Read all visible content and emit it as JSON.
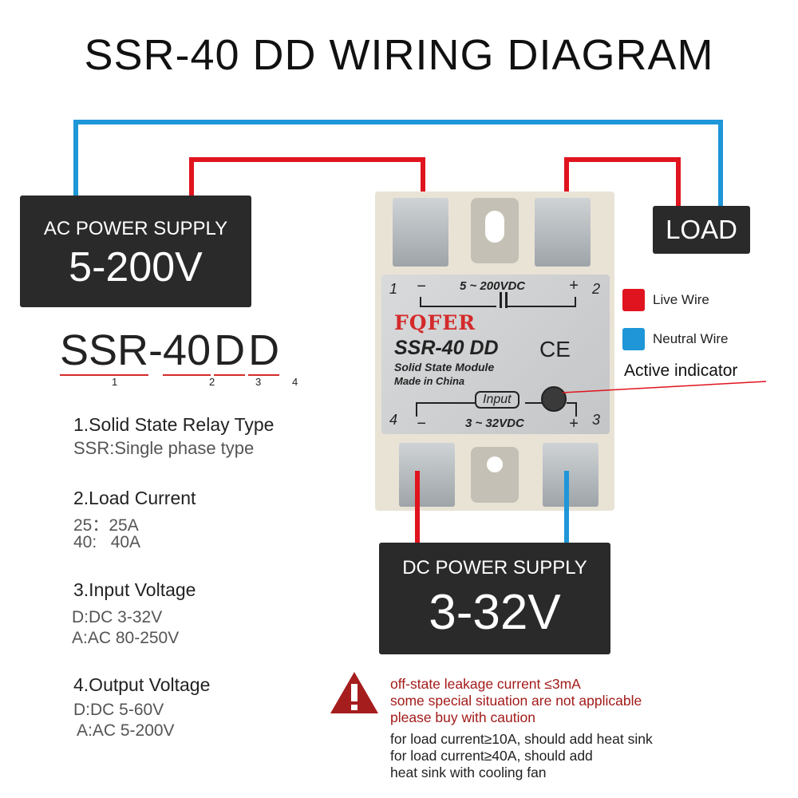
{
  "title": "SSR-40 DD WIRING DIAGRAM",
  "ac_supply": {
    "label": "AC POWER SUPPLY",
    "value": "5-200V"
  },
  "load": {
    "label": "LOAD"
  },
  "dc_supply": {
    "label": "DC POWER SUPPLY",
    "value": "3-32V"
  },
  "legend": {
    "live": "Live Wire",
    "neutral": "Neutral Wire",
    "active": "Active indicator",
    "colors": {
      "live": "#e0141e",
      "neutral": "#1e96d8"
    }
  },
  "relay": {
    "brand": "FQFER",
    "model": "SSR-40 DD",
    "desc": "Solid State Module",
    "origin": "Made in China",
    "output_range": "5 ~ 200VDC",
    "input_label": "Input",
    "input_range": "3 ~ 32VDC",
    "ce": "CE",
    "t1": "1",
    "t2": "2",
    "t3": "3",
    "t4": "4",
    "minus": "−",
    "plus": "+"
  },
  "code": {
    "p1": "SSR",
    "dash": "-",
    "p2": "40",
    "p3": "D",
    "p4": "D",
    "n1": "1",
    "n2": "2",
    "n3": "3",
    "n4": "4"
  },
  "spec": [
    {
      "heading": "1.Solid State Relay Type",
      "lines": [
        "SSR:Single phase type"
      ]
    },
    {
      "heading": "2.Load Current",
      "lines": [
        "25：25A",
        "40:   40A"
      ]
    },
    {
      "heading": "3.Input Voltage",
      "lines": [
        "D:DC 3-32V",
        "A:AC 80-250V"
      ]
    },
    {
      "heading": "4.Output Voltage",
      "lines": [
        "D:DC 5-60V",
        "A:AC 5-200V"
      ]
    }
  ],
  "warning": {
    "lines": [
      "off-state leakage current ≤3mA",
      "some special situation are not applicable",
      "please buy with caution"
    ],
    "notes": [
      "for load current≥10A, should add heat sink",
      "for load current≥40A, should add",
      "heat sink with cooling fan"
    ]
  }
}
